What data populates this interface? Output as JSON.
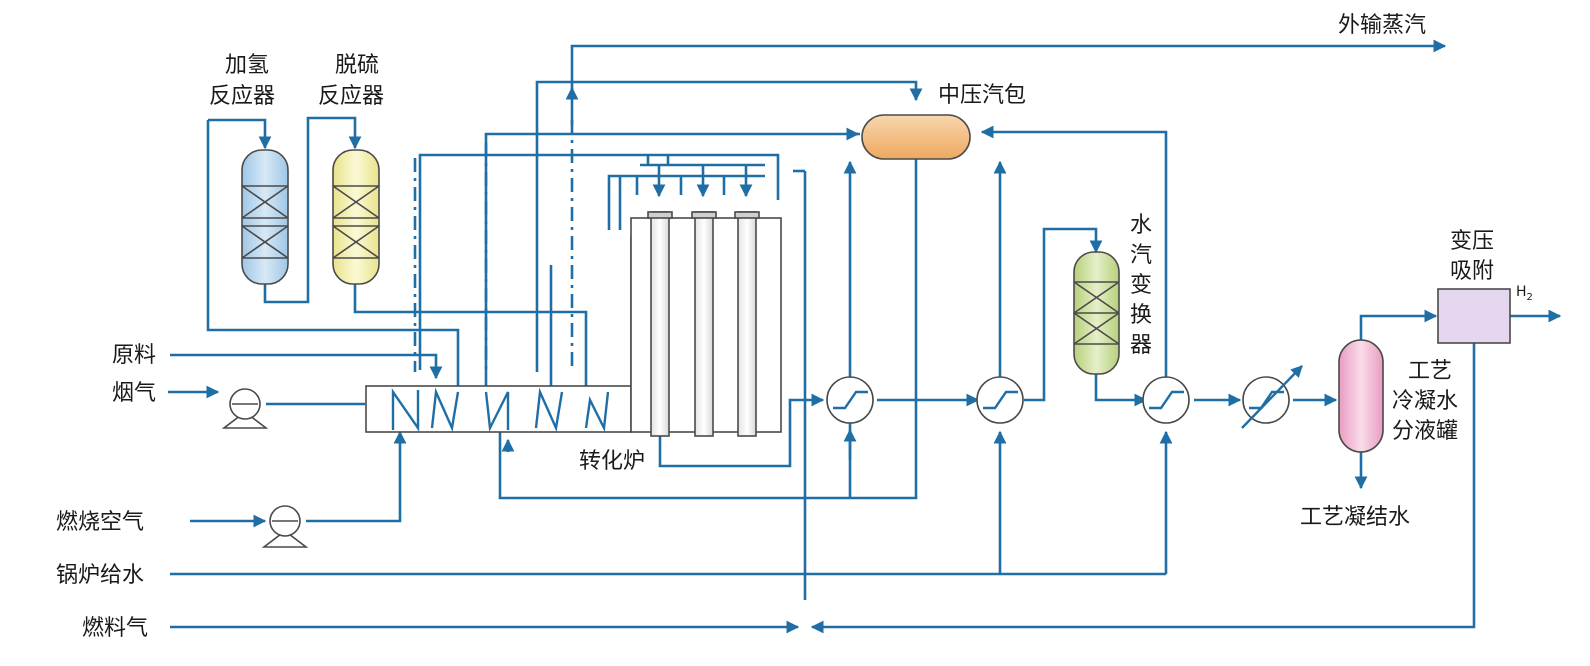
{
  "labels": {
    "hydro_reactor": "加氢",
    "hydro_reactor_2": "反应器",
    "desulf_reactor": "脱硫",
    "desulf_reactor_2": "反应器",
    "export_steam": "外输蒸汽",
    "mp_drum": "中压汽包",
    "feedstock": "原料",
    "flue_gas": "烟气",
    "combustion_air": "燃烧空气",
    "boiler_water": "锅炉给水",
    "fuel_gas": "燃料气",
    "reformer": "转化炉",
    "shift_1": "水",
    "shift_2": "汽",
    "shift_3": "变",
    "shift_4": "换",
    "shift_5": "器",
    "psa_1": "变压",
    "psa_2": "吸附",
    "h2": "H",
    "h2_sub": "2",
    "sep_1": "工艺",
    "sep_2": "冷凝水",
    "sep_3": "分液罐",
    "condensate": "工艺凝结水"
  },
  "colors": {
    "pipe": "#1f6fa6",
    "hydro_vessel": "#bcd8ee",
    "desulf_vessel": "#f4f1b5",
    "drum": "#f4c48c",
    "shift_vessel": "#d2e3a4",
    "separator": "#f3bcd6",
    "psa": "#e6d7f0",
    "furnace": "#ffffff"
  }
}
